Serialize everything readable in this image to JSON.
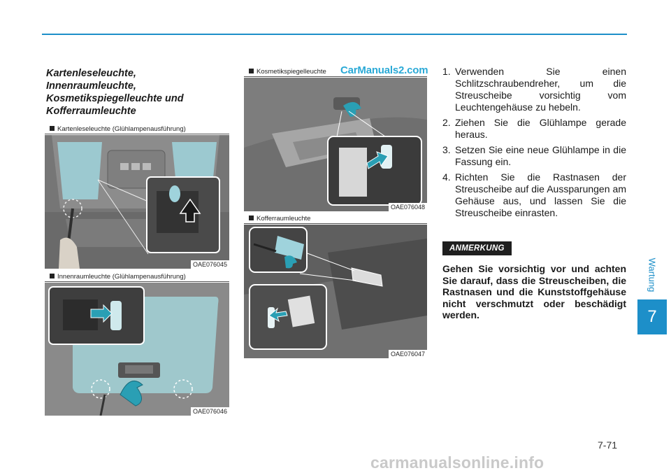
{
  "section_heading": [
    "Kartenleseleuchte,",
    "Innenraumleuchte,",
    "Kosmetikspiegelleuchte und",
    "Kofferraumleuchte"
  ],
  "figures": {
    "map_lamp": {
      "caption": "Kartenleseleuchte (Glühlampenausführung)",
      "code": "OAE076045"
    },
    "room_lamp": {
      "caption": "Innenraumleuchte (Glühlampenausführung)",
      "code": "OAE076046"
    },
    "vanity_lamp": {
      "caption": "Kosmetikspiegelleuchte",
      "code": "OAE076048"
    },
    "trunk_lamp": {
      "caption": "Kofferraumleuchte",
      "code": "OAE076047"
    }
  },
  "watermark": "CarManuals2.com",
  "steps": [
    {
      "num": "1.",
      "text": "Verwenden Sie einen Schlitzschraubendreher, um die Streuscheibe vorsichtig vom Leuchtengehäuse zu hebeln."
    },
    {
      "num": "2.",
      "text": "Ziehen Sie die Glühlampe gerade heraus."
    },
    {
      "num": "3.",
      "text": "Setzen Sie eine neue Glühlampe in die Fassung ein."
    },
    {
      "num": "4.",
      "text": "Richten Sie die Rastnasen der Streuscheibe auf die Aussparungen am Gehäuse aus, und lassen Sie die Streuscheibe einrasten."
    }
  ],
  "note": {
    "label": "ANMERKUNG",
    "text": "Gehen Sie vorsichtig vor und achten Sie darauf, dass die Streuscheiben, die Rastnasen und die Kunststoffgehäuse nicht verschmutzt oder beschädigt werden."
  },
  "chapter": {
    "label": "Wartung",
    "number": "7"
  },
  "page_number": "7-71",
  "footer": "carmanualsonline.info",
  "colors": {
    "accent": "#1d8fc9",
    "lens": "#9fd3dc",
    "arrow": "#2a9fb4"
  },
  "icons": [
    "square-bullet",
    "arrow-icon"
  ]
}
